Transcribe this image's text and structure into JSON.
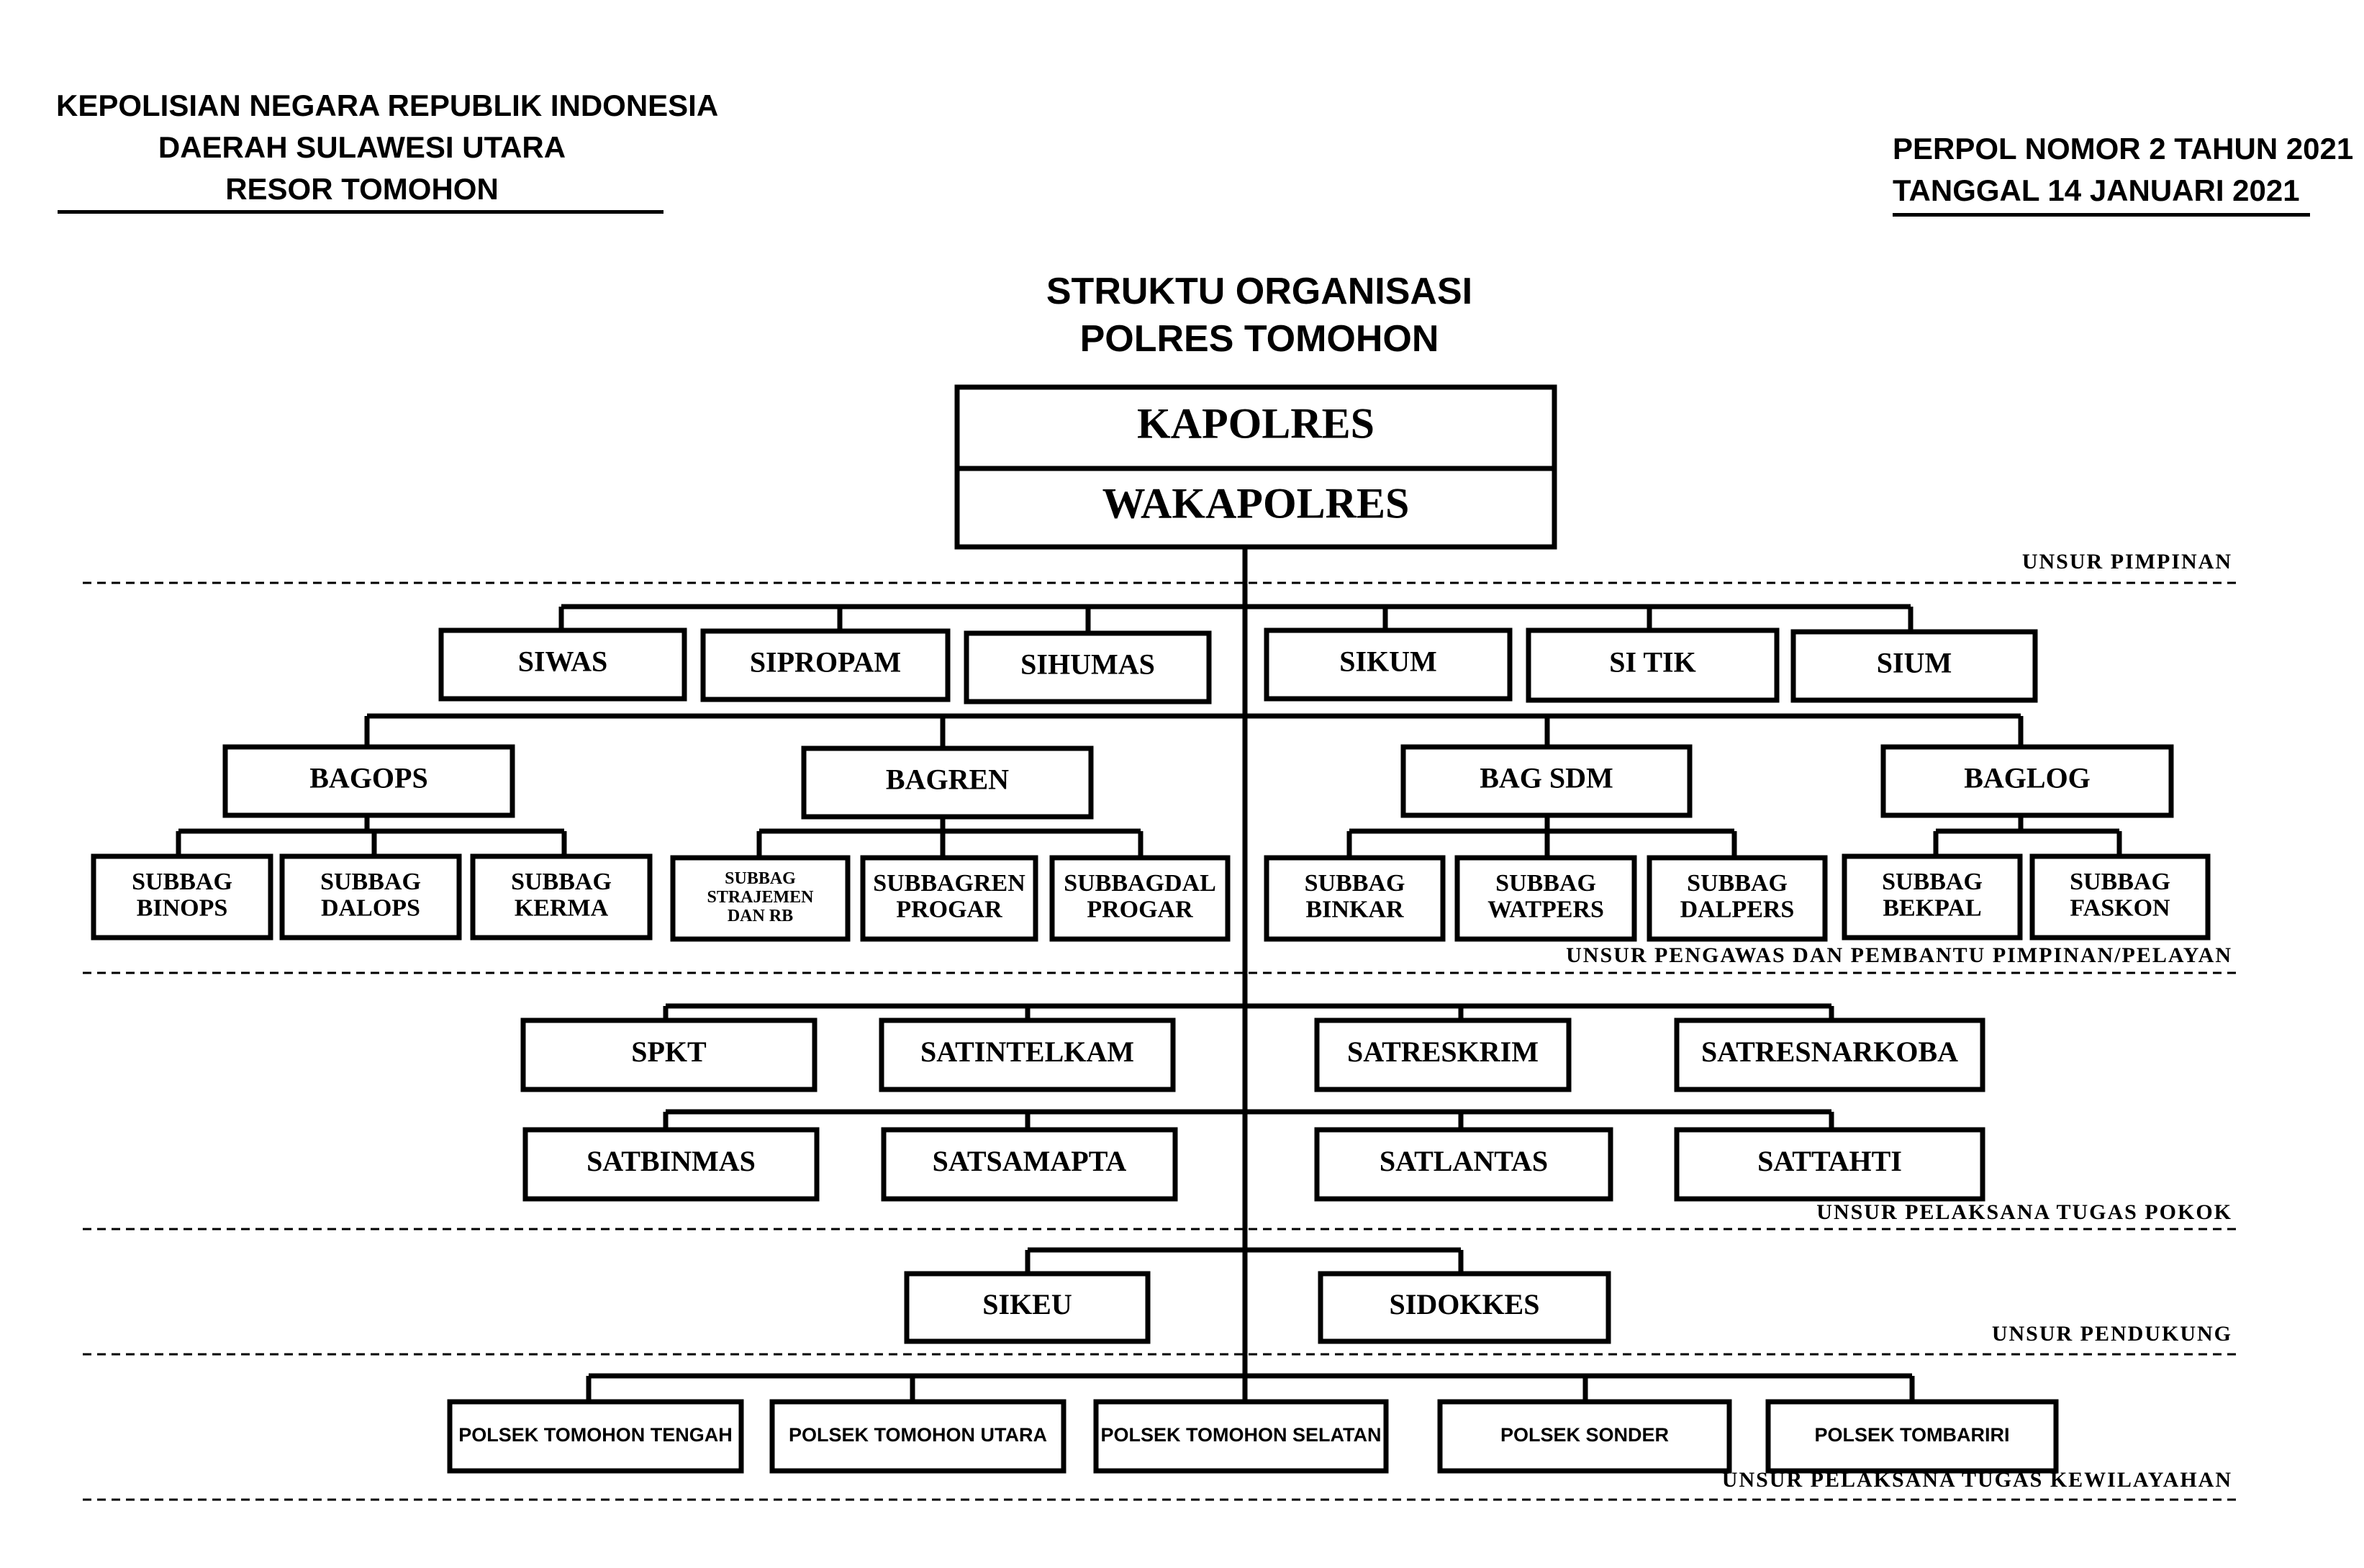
{
  "header_left": {
    "line1": "KEPOLISIAN NEGARA REPUBLIK INDONESIA",
    "line2": "DAERAH SULAWESI UTARA",
    "line3": "RESOR TOMOHON"
  },
  "header_right": {
    "line1": "PERPOL NOMOR 2 TAHUN 2021",
    "line2": "TANGGAL 14 JANUARI 2021"
  },
  "title": {
    "line1": "STRUKTU ORGANISASI",
    "line2": "POLRES TOMOHON"
  },
  "pimpinan": {
    "kapolres": "KAPOLRES",
    "wakapolres": "WAKAPOLRES"
  },
  "sections": {
    "pimpinan": "UNSUR PIMPINAN",
    "pengawas": "UNSUR PENGAWAS DAN PEMBANTU PIMPINAN/PELAYAN",
    "pelaksana": "UNSUR PELAKSANA TUGAS POKOK",
    "pendukung": "UNSUR PENDUKUNG",
    "kewilayahan": "UNSUR PELAKSANA TUGAS KEWILAYAHAN"
  },
  "si_units": [
    "SIWAS",
    "SIPROPAM",
    "SIHUMAS",
    "SIKUM",
    "SI TIK",
    "SIUM"
  ],
  "bagians": [
    {
      "name": "BAGOPS",
      "subs": [
        [
          "SUBBAG",
          "BINOPS"
        ],
        [
          "SUBBAG",
          "DALOPS"
        ],
        [
          "SUBBAG",
          "KERMA"
        ]
      ]
    },
    {
      "name": "BAGREN",
      "subs": [
        [
          "SUBBAG",
          "STRAJEMEN",
          "DAN  RB"
        ],
        [
          "SUBBAGREN",
          "PROGAR"
        ],
        [
          "SUBBAGDAL",
          "PROGAR"
        ]
      ]
    },
    {
      "name": "BAG SDM",
      "subs": [
        [
          "SUBBAG",
          "BINKAR"
        ],
        [
          "SUBBAG",
          "WATPERS"
        ],
        [
          "SUBBAG",
          "DALPERS"
        ]
      ]
    },
    {
      "name": "BAGLOG",
      "subs": [
        [
          "SUBBAG",
          "BEKPAL"
        ],
        [
          "SUBBAG",
          "FASKON"
        ]
      ]
    }
  ],
  "satuan_row1": [
    "SPKT",
    "SATINTELKAM",
    "SATRESKRIM",
    "SATRESNARKOBA"
  ],
  "satuan_row2": [
    "SATBINMAS",
    "SATSAMAPTA",
    "SATLANTAS",
    "SATTAHTI"
  ],
  "pendukung_units": [
    "SIKEU",
    "SIDOKKES"
  ],
  "polseks": [
    "POLSEK TOMOHON TENGAH",
    "POLSEK TOMOHON UTARA",
    "POLSEK TOMOHON SELATAN",
    "POLSEK SONDER",
    "POLSEK TOMBARIRI"
  ]
}
